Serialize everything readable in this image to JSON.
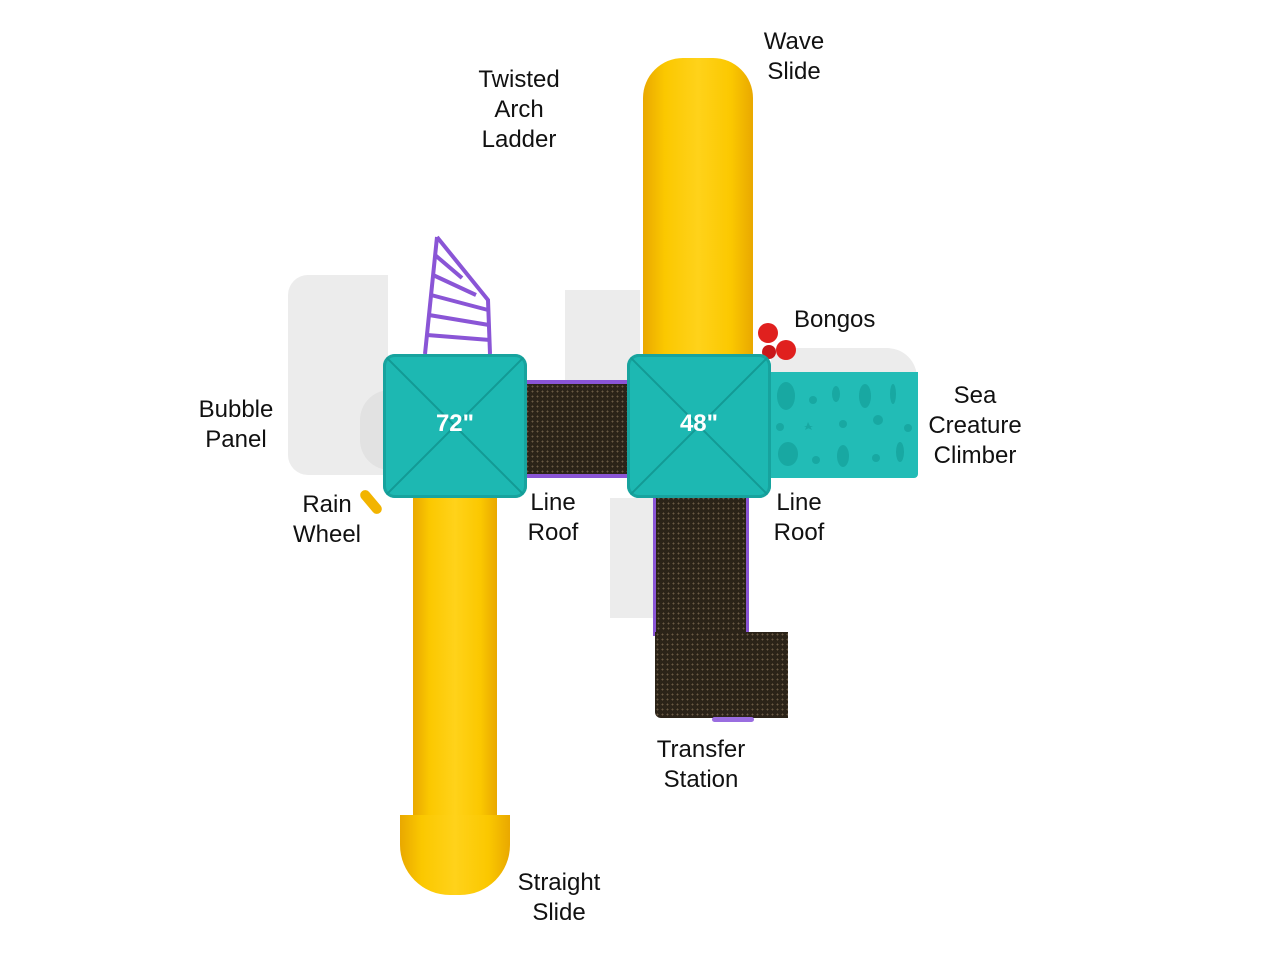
{
  "labels": {
    "wave_slide": [
      "Wave",
      "Slide"
    ],
    "twisted_arch_ladder": [
      "Twisted",
      "Arch",
      "Ladder"
    ],
    "bongos": [
      "Bongos"
    ],
    "bubble_panel": [
      "Bubble",
      "Panel"
    ],
    "sea_creature_climber": [
      "Sea",
      "Creature",
      "Climber"
    ],
    "rain_wheel": [
      "Rain",
      "Wheel"
    ],
    "line_roof_left": [
      "Line",
      "Roof"
    ],
    "line_roof_right": [
      "Line",
      "Roof"
    ],
    "transfer_station": [
      "Transfer",
      "Station"
    ],
    "straight_slide": [
      "Straight",
      "Slide"
    ]
  },
  "deck_heights": {
    "left": "72\"",
    "right": "48\""
  },
  "colors": {
    "slide": "#fbc800",
    "roof": "#1db8b2",
    "deck": "#2b2318",
    "frame": "#8a55d6",
    "bongos": "#e0201e"
  }
}
